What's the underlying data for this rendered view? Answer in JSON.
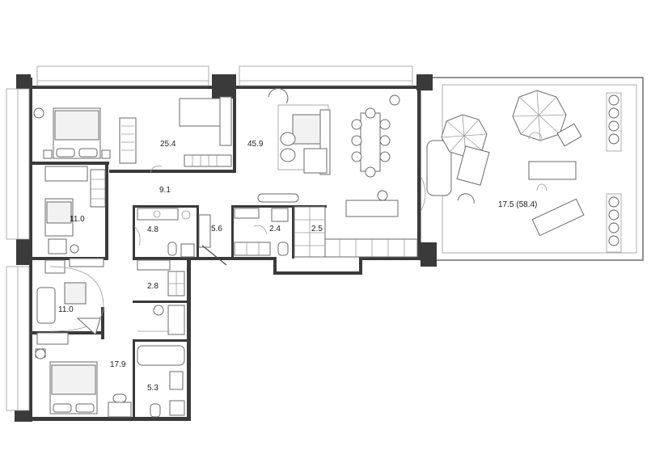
{
  "colors": {
    "wall": "#3a3a3a",
    "line": "#4a4a4a",
    "background": "#ffffff"
  },
  "rooms": [
    {
      "id": "master-bedroom",
      "area": "25.4"
    },
    {
      "id": "living-kitchen",
      "area": "45.9"
    },
    {
      "id": "hall",
      "area": "9.1"
    },
    {
      "id": "bedroom-2",
      "area": "11.0"
    },
    {
      "id": "bathroom-1",
      "area": "4.8"
    },
    {
      "id": "corridor",
      "area": "5.6"
    },
    {
      "id": "wc",
      "area": "2.4"
    },
    {
      "id": "laundry",
      "area": "2.5"
    },
    {
      "id": "terrace",
      "area": "17.5 (58.4)"
    },
    {
      "id": "storage",
      "area": "2.8"
    },
    {
      "id": "bedroom-3",
      "area": "11.0"
    },
    {
      "id": "bedroom-4",
      "area": "17.9"
    },
    {
      "id": "bathroom-2",
      "area": "5.3"
    }
  ]
}
